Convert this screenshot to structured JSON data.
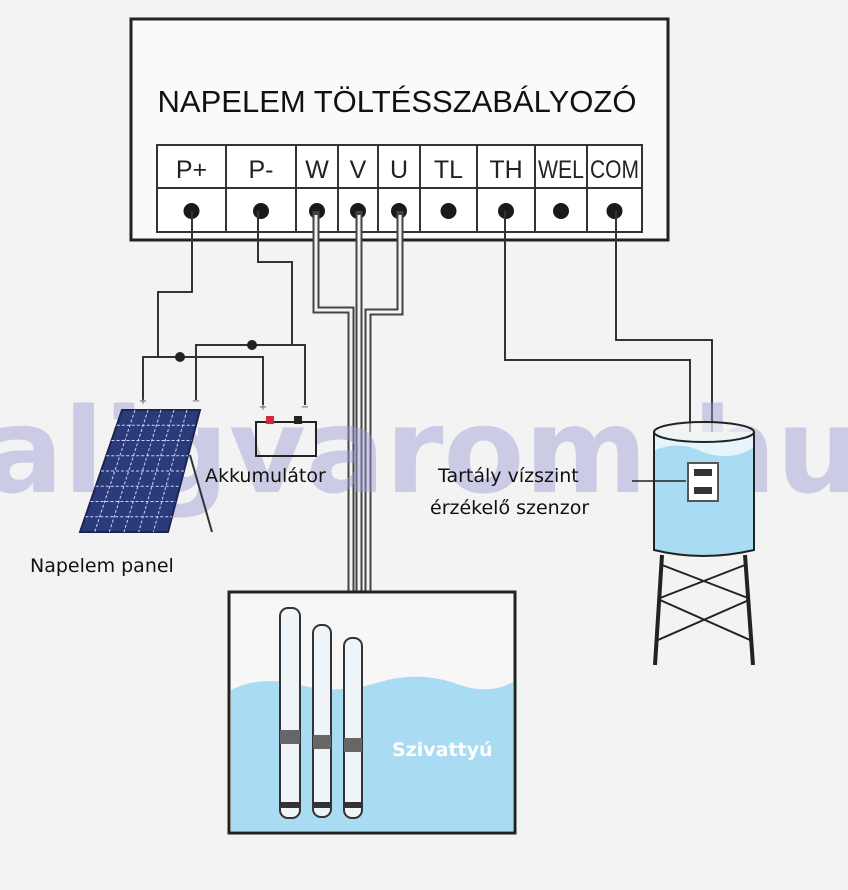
{
  "controller": {
    "title": "NAPELEM TÖLTÉSSZABÁLYOZÓ",
    "terminals": [
      "P+",
      "P-",
      "W",
      "V",
      "U",
      "TL",
      "TH",
      "WEL",
      "COM"
    ]
  },
  "labels": {
    "battery": "Akkumulátor",
    "solar_panel": "Napelem panel",
    "sensor_line1": "Tartály vízszint",
    "sensor_line2": "érzékelő szenzor",
    "pump": "Szivattyú"
  },
  "watermark": "aligvarom.hu",
  "colors": {
    "water": "#a9dcf2",
    "panel": "#2b3a78",
    "watermark": "#9c9cd8"
  }
}
